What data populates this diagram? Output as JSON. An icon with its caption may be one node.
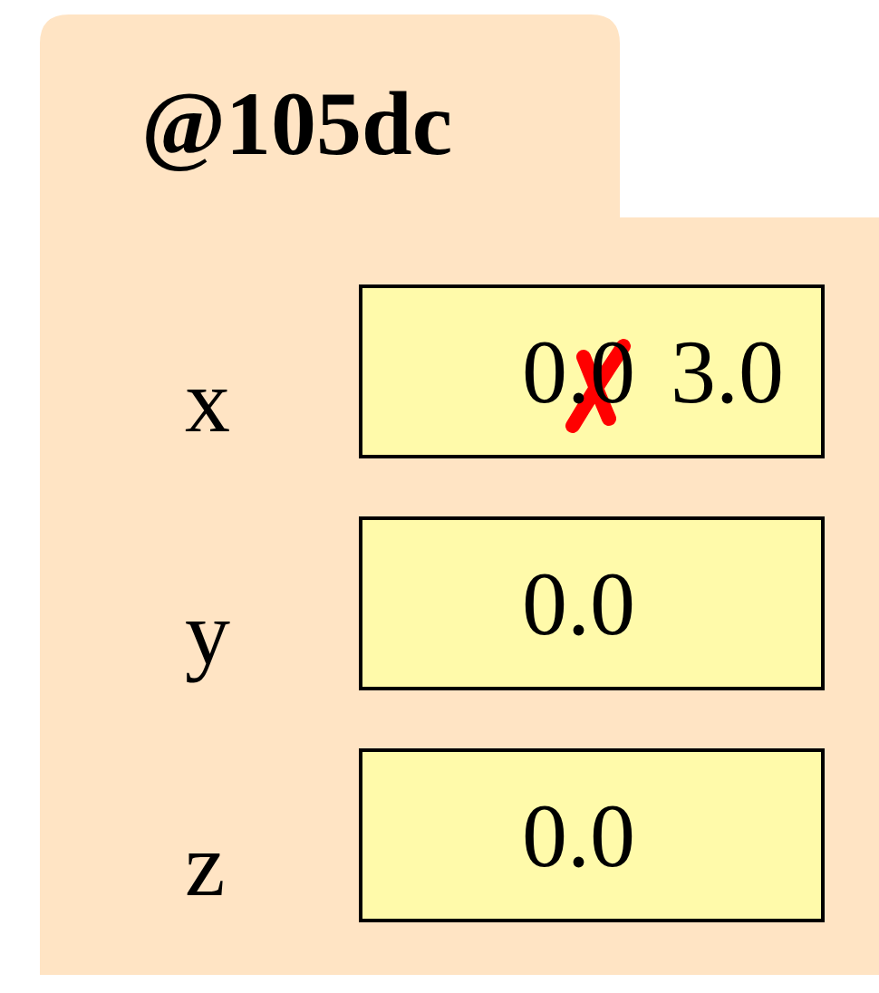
{
  "diagram": {
    "nodes": [
      {
        "text": [
          "@105dc"
        ]
      },
      {
        "text": [
          "0.0",
          "3.0"
        ],
        "in": 0,
        "beside": [
          "x"
        ]
      },
      {
        "text": [
          "0.0"
        ],
        "in": 0,
        "beside": [
          "y"
        ]
      },
      {
        "text": [
          "0.0"
        ],
        "in": 0,
        "beside": [
          "z"
        ]
      }
    ]
  }
}
